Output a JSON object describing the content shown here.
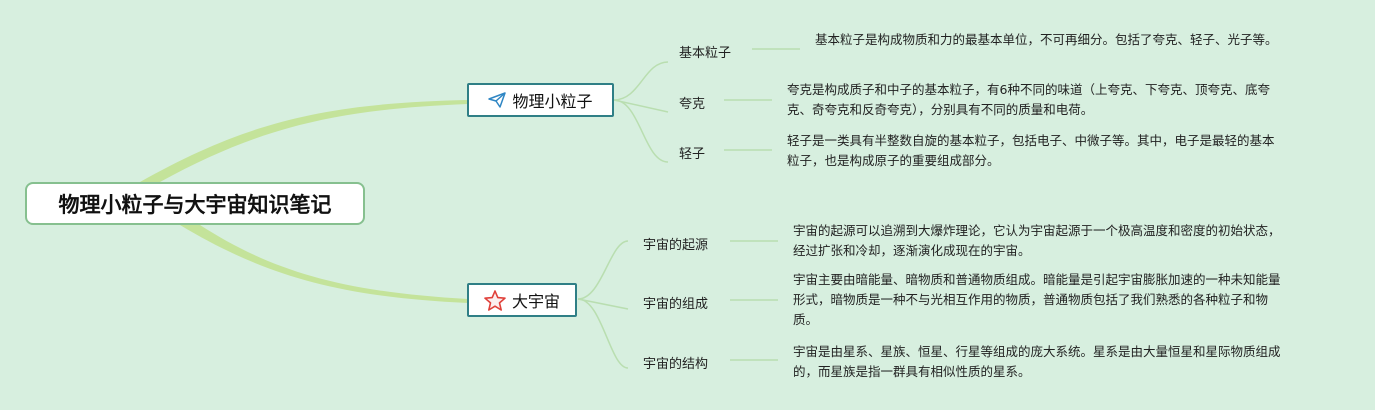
{
  "root": {
    "title": "物理小粒子与大宇宙知识笔记"
  },
  "branches": [
    {
      "label": "物理小粒子",
      "icon": "paper-plane-icon",
      "children": [
        {
          "topic": "基本粒子",
          "text": "基本粒子是构成物质和力的最基本单位，不可再细分。包括了夸克、轻子、光子等。"
        },
        {
          "topic": "夸克",
          "text": "夸克是构成质子和中子的基本粒子，有6种不同的味道（上夸克、下夸克、顶夸克、底夸克、奇夸克和反奇夸克），分别具有不同的质量和电荷。"
        },
        {
          "topic": "轻子",
          "text": "轻子是一类具有半整数自旋的基本粒子，包括电子、中微子等。其中，电子是最轻的基本粒子，也是构成原子的重要组成部分。"
        }
      ]
    },
    {
      "label": "大宇宙",
      "icon": "star-icon",
      "children": [
        {
          "topic": "宇宙的起源",
          "text": "宇宙的起源可以追溯到大爆炸理论，它认为宇宙起源于一个极高温度和密度的初始状态，经过扩张和冷却，逐渐演化成现在的宇宙。"
        },
        {
          "topic": "宇宙的组成",
          "text": "宇宙主要由暗能量、暗物质和普通物质组成。暗能量是引起宇宙膨胀加速的一种未知能量形式，暗物质是一种不与光相互作用的物质，普通物质包括了我们熟悉的各种粒子和物质。"
        },
        {
          "topic": "宇宙的结构",
          "text": "宇宙是由星系、星族、恒星、行星等组成的庞大系统。星系是由大量恒星和星际物质组成的，而星族是指一群具有相似性质的星系。"
        }
      ]
    }
  ],
  "colors": {
    "background": "#d7efdf",
    "root_border": "#86c08f",
    "branch_border": "#2f7f86",
    "main_link": "#c4e39a",
    "sub_link": "#b9deb0",
    "plane_icon": "#2f86c4",
    "star_icon": "#e0403a"
  }
}
